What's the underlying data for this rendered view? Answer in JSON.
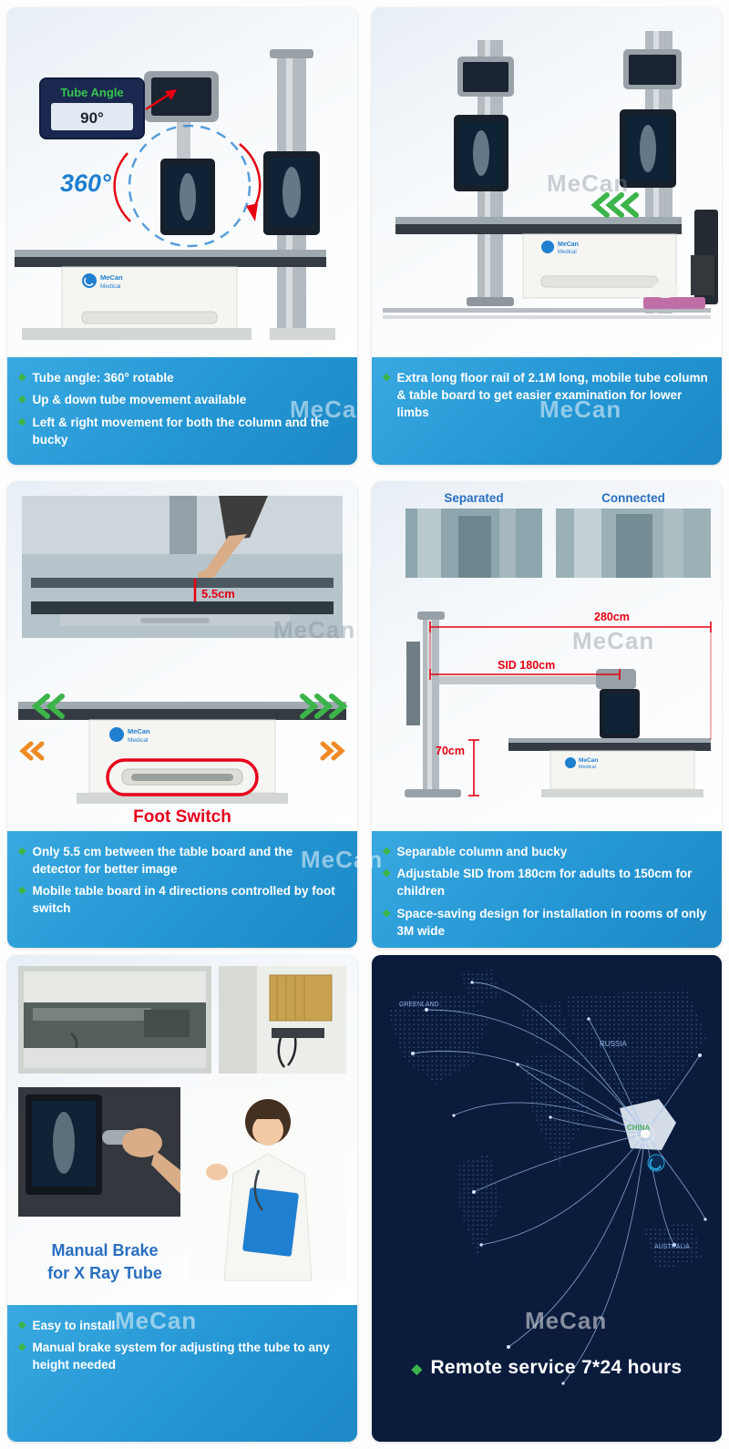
{
  "watermark": "MeCan",
  "icons": {
    "diamond": "◆"
  },
  "brand": {
    "name": "MeCan",
    "sub": "Medical"
  },
  "panel1": {
    "display_title": "Tube Angle",
    "display_value": "90°",
    "rotation_label": "360°",
    "bullets": [
      "Tube angle: 360° rotable",
      "Up & down tube movement available",
      "Left & right movement for both the column and the bucky"
    ]
  },
  "panel2": {
    "bullets": [
      "Extra long floor rail of 2.1M long, mobile tube column & table board to get easier examination for lower limbs"
    ]
  },
  "panel3": {
    "gap_label": "5.5cm",
    "foot_switch_label": "Foot Switch",
    "bullets": [
      "Only 5.5 cm between the table board and the detector for better image",
      "Mobile table board in 4 directions controlled by foot switch"
    ]
  },
  "panel4": {
    "separated_label": "Separated",
    "connected_label": "Connected",
    "dim_width": "280cm",
    "dim_sid": "SID 180cm",
    "dim_height": "70cm",
    "bullets": [
      "Separable column and bucky",
      "Adjustable SID from 180cm for adults to 150cm for children",
      "Space-saving design for installation in rooms of only 3M wide"
    ]
  },
  "panel5": {
    "brake_title": "Manual Brake",
    "brake_subtitle": "for X Ray Tube",
    "bullets": [
      "Easy to install",
      "Manual brake system for adjusting tthe tube to any height needed"
    ]
  },
  "panel6": {
    "labels": {
      "greenland": "GREENLAND",
      "russia": "RUSSIA",
      "china": "CHINA",
      "australia": "AUSTRALIA"
    },
    "caption": "Remote service 7*24 hours"
  },
  "colors": {
    "caption_blue": "#2496d3",
    "bullet_green": "#3cb44a",
    "accent_red": "#e60012",
    "label_blue": "#2a6fc0",
    "map_navy": "#0a1b3c"
  }
}
